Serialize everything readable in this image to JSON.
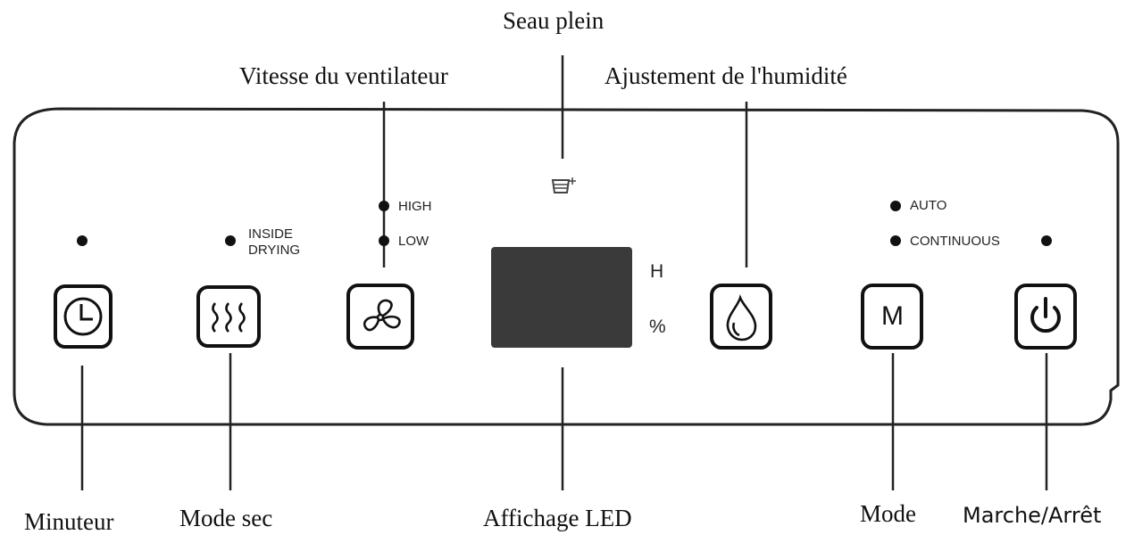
{
  "callouts": {
    "seau_plein": "Seau plein",
    "vitesse": "Vitesse du ventilateur",
    "humidite": "Ajustement de l'humidité",
    "minuteur": "Minuteur",
    "mode_sec": "Mode sec",
    "affichage": "Affichage LED",
    "mode": "Mode",
    "marche_arret": "Marche/Arrêt"
  },
  "indicators": {
    "inside_line1": "INSIDE",
    "inside_line2": "DRYING",
    "high": "HIGH",
    "low": "LOW",
    "auto": "AUTO",
    "continuous": "CONTINUOUS"
  },
  "display": {
    "unit_h": "H",
    "unit_pct": "%"
  },
  "buttons": {
    "mode_letter": "M"
  },
  "icons": {
    "timer": "clock-icon",
    "dry": "heat-waves-icon",
    "fan": "fan-icon",
    "bucket": "bucket-full-icon",
    "humidity": "water-drop-icon",
    "power": "power-icon"
  }
}
